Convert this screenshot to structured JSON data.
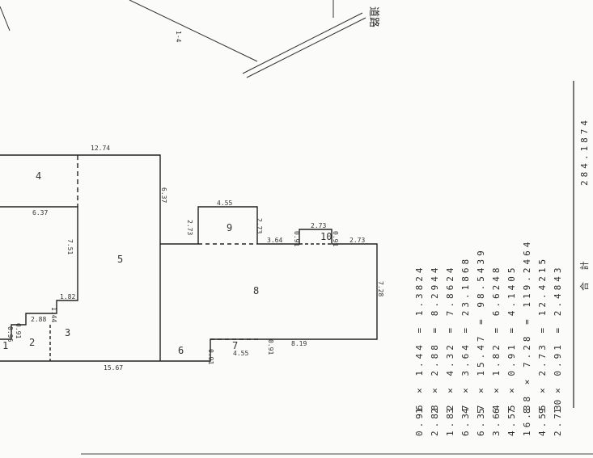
{
  "road": {
    "label": "道路",
    "lot": "1-4"
  },
  "plan": {
    "areas": [
      {
        "no": "1",
        "label": "1"
      },
      {
        "no": "2",
        "label": "2"
      },
      {
        "no": "3",
        "label": "3"
      },
      {
        "no": "4",
        "label": "4"
      },
      {
        "no": "5",
        "label": "5"
      },
      {
        "no": "6",
        "label": "6"
      },
      {
        "no": "7",
        "label": "7"
      },
      {
        "no": "8",
        "label": "8"
      },
      {
        "no": "9",
        "label": "9"
      },
      {
        "no": "10",
        "label": "10"
      }
    ],
    "dims": {
      "top_total": "12.74",
      "bottom_total": "15.67",
      "left_a": "6.37",
      "left_b": "7.51",
      "left_c": "1.82",
      "left_d": "2.88",
      "left_e": "1.44",
      "left_f": "0.96",
      "left_g": "0.91",
      "right_a": "6.37",
      "mid_a": "2.73",
      "mid_b": "4.55",
      "mid_c": "2.73",
      "mid_d": "3.64",
      "mid_e": "0.91",
      "mid_f": "2.73",
      "mid_g": "0.91",
      "mid_h": "2.73",
      "right_b": "7.28",
      "bot_a": "8.19",
      "bot_b": "4.55",
      "bot_c": "0.91",
      "bot_d": "0.91"
    }
  },
  "table": {
    "rows": [
      {
        "no": "1",
        "calc": "0.96 × 1.44 = 1.3824"
      },
      {
        "no": "2",
        "calc": "2.88 × 2.88 = 8.2944"
      },
      {
        "no": "3",
        "calc": "1.82 × 4.32 = 7.8624"
      },
      {
        "no": "4",
        "calc": "6.37 × 3.64 = 23.1868"
      },
      {
        "no": "5",
        "calc": "6.37 × 15.47 = 98.5439"
      },
      {
        "no": "6",
        "calc": "3.64 × 1.82 = 6.6248"
      },
      {
        "no": "7",
        "calc": "4.55 × 0.91 = 4.1405"
      },
      {
        "no": "8",
        "calc": "16.38 × 7.28 = 119.2464"
      },
      {
        "no": "9",
        "calc": "4.55 × 2.73 = 12.4215"
      },
      {
        "no": "10",
        "calc": "2.73 × 0.91 = 2.4843"
      }
    ],
    "total_label": "合 計",
    "total_value": "284.1874"
  }
}
